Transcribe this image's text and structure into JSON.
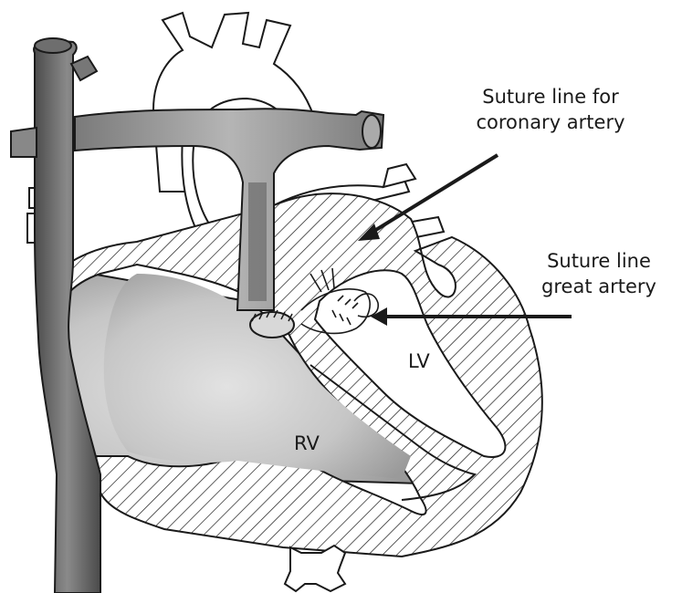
{
  "labels": {
    "suture_coronary_line1": "Suture line for",
    "suture_coronary_line2": "coronary artery",
    "suture_great_line1": "Suture line",
    "suture_great_line2": "great artery",
    "lv": "LV",
    "rv": "RV"
  },
  "colors": {
    "ink": "#1a1a1a",
    "light_shade": "#bdbdbd",
    "dark_shade": "#6e6e6e",
    "hatch": "#1a1a1a"
  }
}
